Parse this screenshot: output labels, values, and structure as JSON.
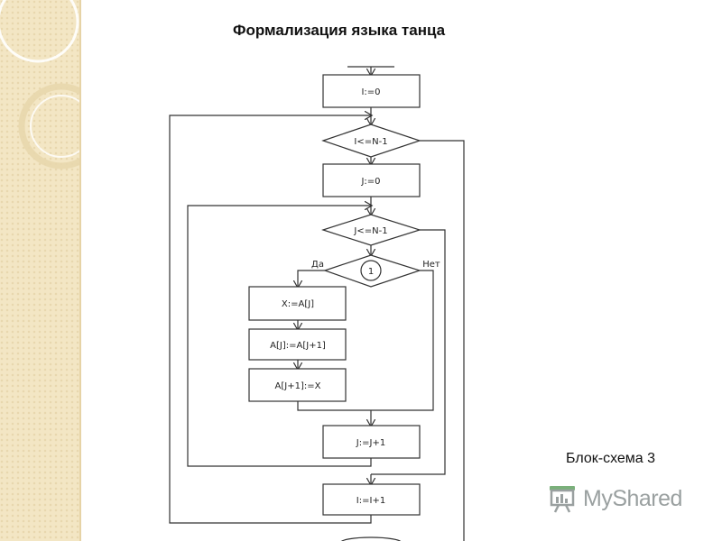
{
  "slide": {
    "title": "Формализация языка танца",
    "caption": "Блок-схема 3",
    "logo_text": "MyShared",
    "logo_icon": "presentation-board-icon"
  },
  "flowchart": {
    "init_i": "I:=0",
    "cond_i": "I<=N-1",
    "init_j": "J:=0",
    "cond_j": "J<=N-1",
    "cond_1": "1",
    "label_yes": "Да",
    "label_no": "Нет",
    "swap_1": "X:=A[J]",
    "swap_2": "A[J]:=A[J+1]",
    "swap_3": "A[J+1]:=X",
    "inc_j": "J:=J+1",
    "inc_i": "I:=I+1"
  }
}
